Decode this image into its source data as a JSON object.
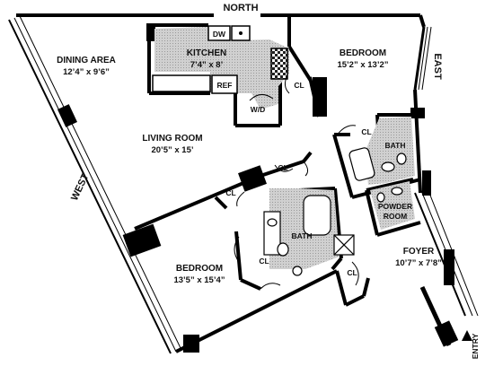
{
  "compass": {
    "north": "NORTH",
    "east": "EAST",
    "west": "WEST"
  },
  "rooms": {
    "dining": {
      "name": "DINING AREA",
      "dims": "12’4” x 9’6”"
    },
    "kitchen": {
      "name": "KITCHEN",
      "dims": "7’4” x 8’"
    },
    "bedroom_ne": {
      "name": "BEDROOM",
      "dims": "15’2” x 13’2”"
    },
    "living": {
      "name": "LIVING ROOM",
      "dims": "20’5” x 15’"
    },
    "bedroom_sw": {
      "name": "BEDROOM",
      "dims": "13’5” x 15’4”"
    },
    "foyer": {
      "name": "FOYER",
      "dims": "10’7” x 7’8”"
    }
  },
  "labels": {
    "dw": "DW",
    "ref": "REF",
    "wd": "W/D",
    "bath": "BATH",
    "powder_1": "POWDER",
    "powder_2": "ROOM",
    "closet": "CL",
    "entry": "ENTRY"
  },
  "colors": {
    "wall": "#000000",
    "tile": "#c8c8c8"
  }
}
